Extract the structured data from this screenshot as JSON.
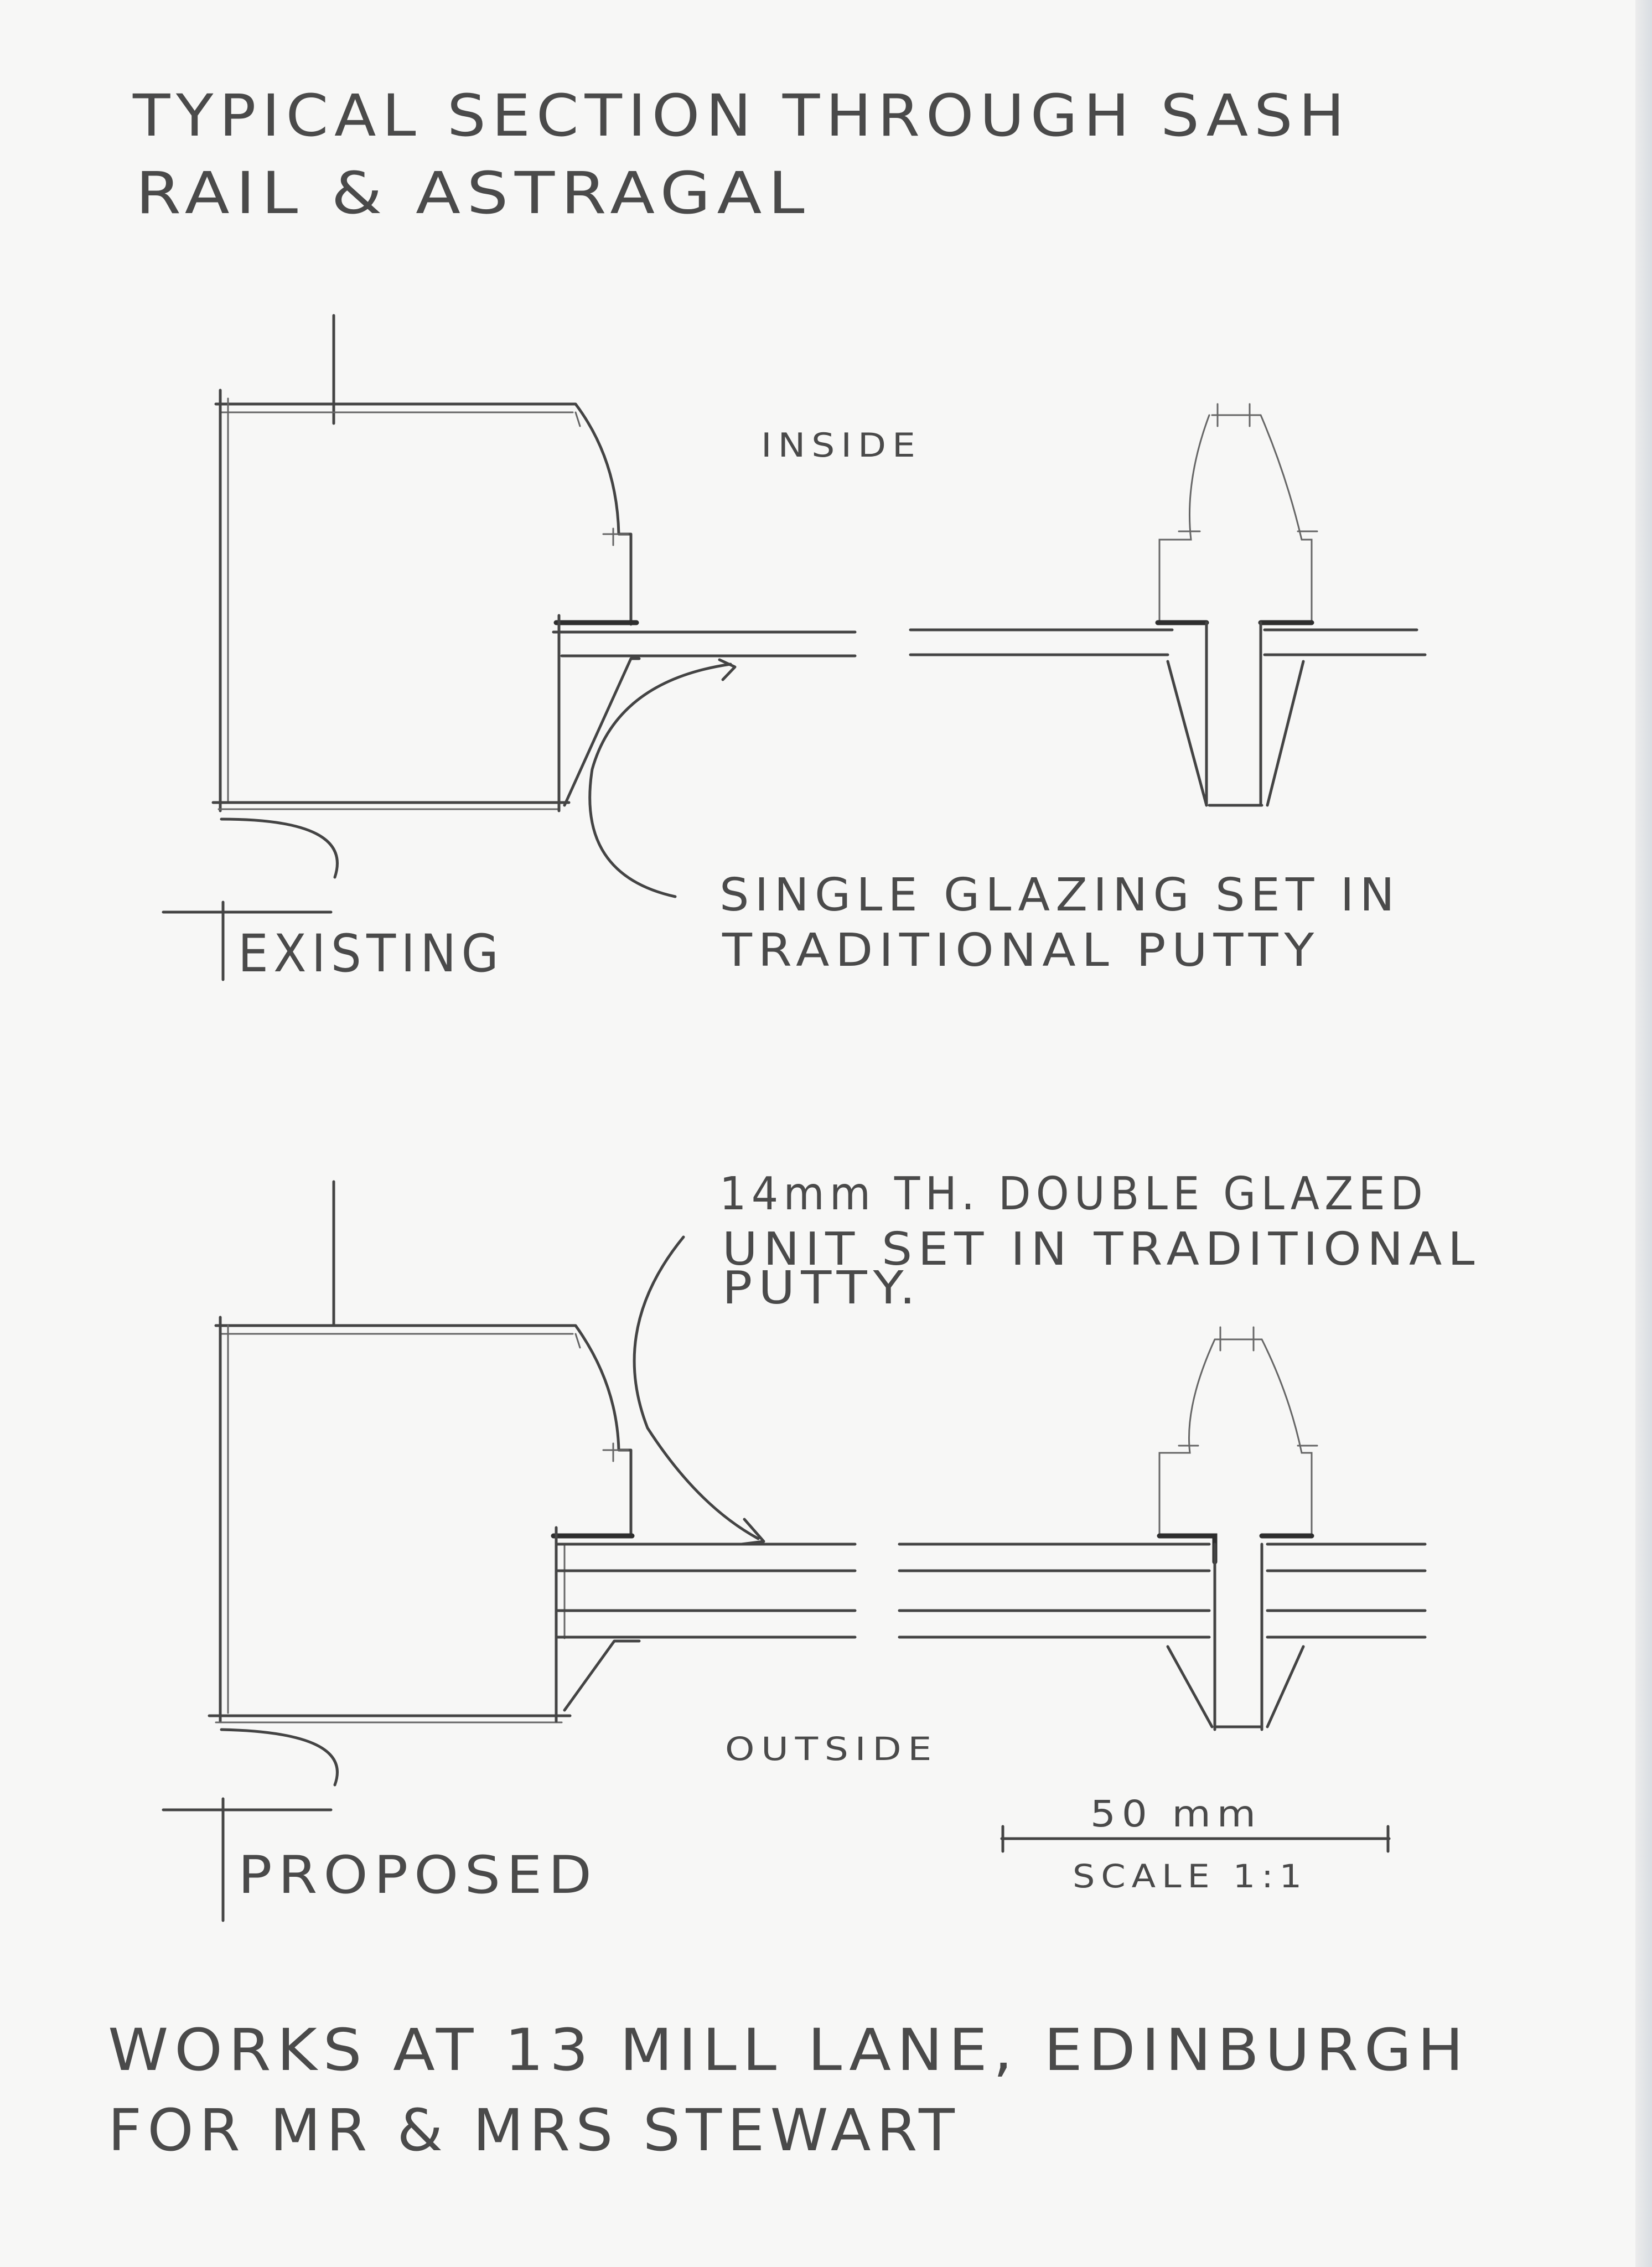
{
  "title": {
    "line1": "TYPICAL SECTION THROUGH SASH",
    "line2": "RAIL & ASTRAGAL"
  },
  "labels": {
    "inside": "INSIDE",
    "outside": "OUTSIDE",
    "existing": "EXISTING",
    "proposed": "PROPOSED"
  },
  "notes": {
    "single_glazing": [
      "SINGLE GLAZING SET IN",
      "TRADITIONAL PUTTY"
    ],
    "double_glazing": [
      "14mm TH. DOUBLE GLAZED",
      "UNIT SET IN TRADITIONAL",
      "PUTTY."
    ]
  },
  "scale": {
    "length": "50 mm",
    "ratio": "SCALE 1:1"
  },
  "footer": {
    "line1": "WORKS AT 13 MILL LANE, EDINBURGH",
    "line2": "FOR MR & MRS STEWART"
  }
}
